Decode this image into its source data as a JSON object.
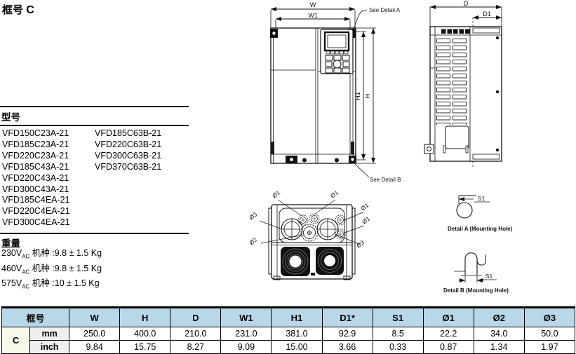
{
  "title": {
    "prefix": "框号",
    "frame": "C"
  },
  "models": {
    "heading": "型号",
    "column1": [
      "VFD150C23A-21",
      "VFD185C23A-21",
      "VFD220C23A-21",
      "VFD185C43A-21",
      "VFD220C43A-21",
      "VFD300C43A-21",
      "VFD185C4EA-21",
      "VFD220C4EA-21",
      "VFD300C4EA-21"
    ],
    "column2": [
      "VFD185C63B-21",
      "VFD220C63B-21",
      "VFD300C63B-21",
      "VFD370C63B-21"
    ]
  },
  "weight": {
    "heading": "重量",
    "rows": [
      {
        "voltage": "230V",
        "voltage_sub": "AC",
        "text": " 机种 :9.8 ± 1.5 Kg"
      },
      {
        "voltage": "460V",
        "voltage_sub": "AC",
        "text": " 机种 :9.8 ± 1.5 Kg"
      },
      {
        "voltage": "575V",
        "voltage_sub": "AC",
        "text": " 机种 :10 ± 1.5 Kg"
      }
    ]
  },
  "drawings": {
    "front": {
      "w": "W",
      "w1": "W1",
      "h": "H",
      "h1": "H1",
      "see_detail_a": "See Detail A",
      "see_detail_b": "See Detail B"
    },
    "side": {
      "d": "D",
      "d1": "D1"
    },
    "bottom": {
      "phi1": "Ø1",
      "phi2": "Ø2",
      "phi3": "Ø3"
    },
    "details": {
      "s1": "S1",
      "caption_a": "Detail A (Mounting Hole)",
      "caption_b": "Detail B (Mounting Hole)"
    }
  },
  "table": {
    "frame_header": "框号",
    "frame_value": "C",
    "columns": [
      "W",
      "H",
      "D",
      "W1",
      "H1",
      "D1*",
      "S1",
      "Ø1",
      "Ø2",
      "Ø3"
    ],
    "rows": [
      {
        "unit": "mm",
        "values": [
          "250.0",
          "400.0",
          "210.0",
          "231.0",
          "381.0",
          "92.9",
          "8.5",
          "22.2",
          "34.0",
          "50.0"
        ]
      },
      {
        "unit": "inch",
        "values": [
          "9.84",
          "15.75",
          "8.27",
          "9.09",
          "15.00",
          "3.66",
          "0.33",
          "0.87",
          "1.34",
          "1.97"
        ]
      }
    ]
  },
  "colors": {
    "header_bg": "#b8d7e9",
    "frame_cell_bg": "#f7f7ec",
    "unit_cell_bg": "#efefef",
    "line": "#000000"
  }
}
